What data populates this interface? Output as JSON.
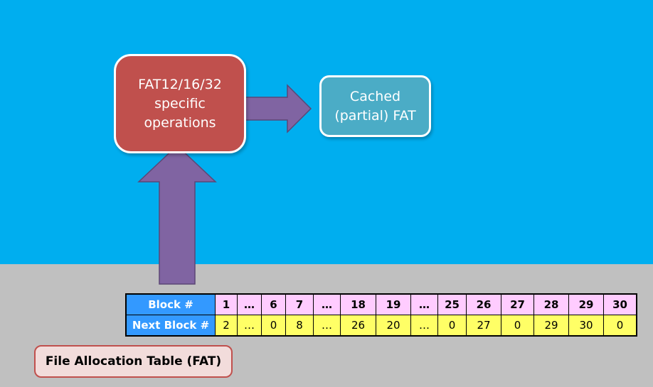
{
  "colors": {
    "background_top": "#00aeef",
    "background_bottom": "#c0c0c0",
    "fat_ops_box": "#c0504d",
    "cached_box": "#4bacc6",
    "arrow_fill": "#8064a2",
    "arrow_stroke": "#5c4776",
    "table_header": "#3399ff",
    "block_row": "#ffccff",
    "next_row": "#ffff66",
    "label_border": "#c0504d",
    "label_fill": "#f2dcdb"
  },
  "diagram": {
    "fat_ops_box": {
      "label": "FAT12/16/32\nspecific\noperations"
    },
    "cached_box": {
      "label": "Cached\n(partial) FAT"
    },
    "arrows": [
      {
        "from": "fat-table",
        "to": "fat-ops-box",
        "direction": "up"
      },
      {
        "from": "fat-ops-box",
        "to": "cached-box",
        "direction": "right"
      }
    ]
  },
  "fat_table": {
    "block_header": "Block #",
    "next_header": "Next Block #",
    "columns": [
      {
        "block": "1",
        "next": "2"
      },
      {
        "block": "…",
        "next": "…"
      },
      {
        "block": "6",
        "next": "0"
      },
      {
        "block": "7",
        "next": "8"
      },
      {
        "block": "…",
        "next": "…"
      },
      {
        "block": "18",
        "next": "26"
      },
      {
        "block": "19",
        "next": "20"
      },
      {
        "block": "…",
        "next": "…"
      },
      {
        "block": "25",
        "next": "0"
      },
      {
        "block": "26",
        "next": "27"
      },
      {
        "block": "27",
        "next": "0"
      },
      {
        "block": "28",
        "next": "29"
      },
      {
        "block": "29",
        "next": "30"
      },
      {
        "block": "30",
        "next": "0"
      }
    ]
  },
  "fat_label": "File Allocation Table (FAT)"
}
